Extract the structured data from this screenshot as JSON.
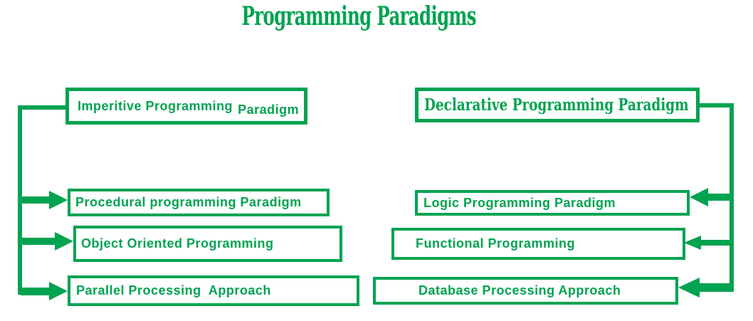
{
  "title": "Programming Paradigms",
  "colors": {
    "green": "#00A350",
    "background": "#FFFFFF"
  },
  "left_branch": {
    "root_label_part1": "Imperitive Programming",
    "root_label_part2": "Paradigm",
    "children": [
      {
        "label": "Procedural programming Paradigm"
      },
      {
        "label": "Object Oriented Programming"
      },
      {
        "label": "Parallel Processing  Approach"
      }
    ]
  },
  "right_branch": {
    "root_label": "Declarative Programming Paradigm",
    "children": [
      {
        "label": "Logic Programming Paradigm"
      },
      {
        "label": "Functional Programming"
      },
      {
        "label": "Database Processing Approach"
      }
    ]
  }
}
